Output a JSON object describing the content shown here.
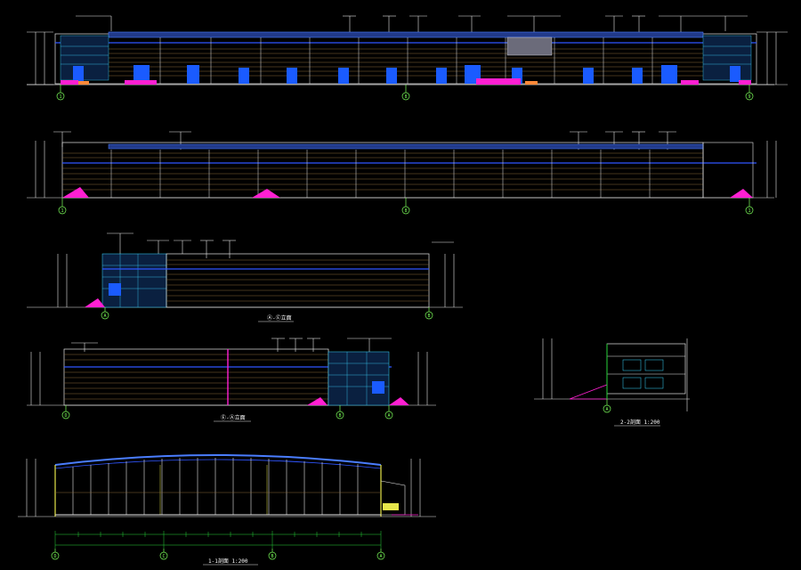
{
  "drawing": {
    "background": "#000000",
    "colors": {
      "line_white": "#e6e6e6",
      "line_green": "#27d33a",
      "line_brown": "#8a6a3a",
      "line_blue": "#2f55ff",
      "fill_blue": "#1a5bff",
      "fill_magenta": "#ff1fd2",
      "line_yellow": "#e6e64a",
      "line_cyan": "#3ad7ff",
      "line_red": "#ff3a3a",
      "roof_blue": "#4a7dff",
      "annotation_white": "#f0f0f0"
    },
    "views": [
      {
        "id": "elevation-1",
        "grid_labels": [
          "1",
          "8",
          "9"
        ]
      },
      {
        "id": "elevation-2",
        "grid_labels": [
          "1",
          "8",
          "1"
        ]
      },
      {
        "id": "elevation-3",
        "grid_labels": [
          "A",
          "B"
        ],
        "title": "Ⓐ-Ⓔ立面"
      },
      {
        "id": "elevation-4",
        "grid_labels": [
          "D",
          "B",
          "A"
        ],
        "title": "Ⓔ-Ⓐ立面"
      },
      {
        "id": "section-2",
        "grid_labels": [
          "A"
        ],
        "title": "2-2剖面 1:200"
      },
      {
        "id": "section-1",
        "grid_labels": [
          "D",
          "C",
          "B",
          "A"
        ],
        "title": "1-1剖面 1:200"
      }
    ]
  }
}
